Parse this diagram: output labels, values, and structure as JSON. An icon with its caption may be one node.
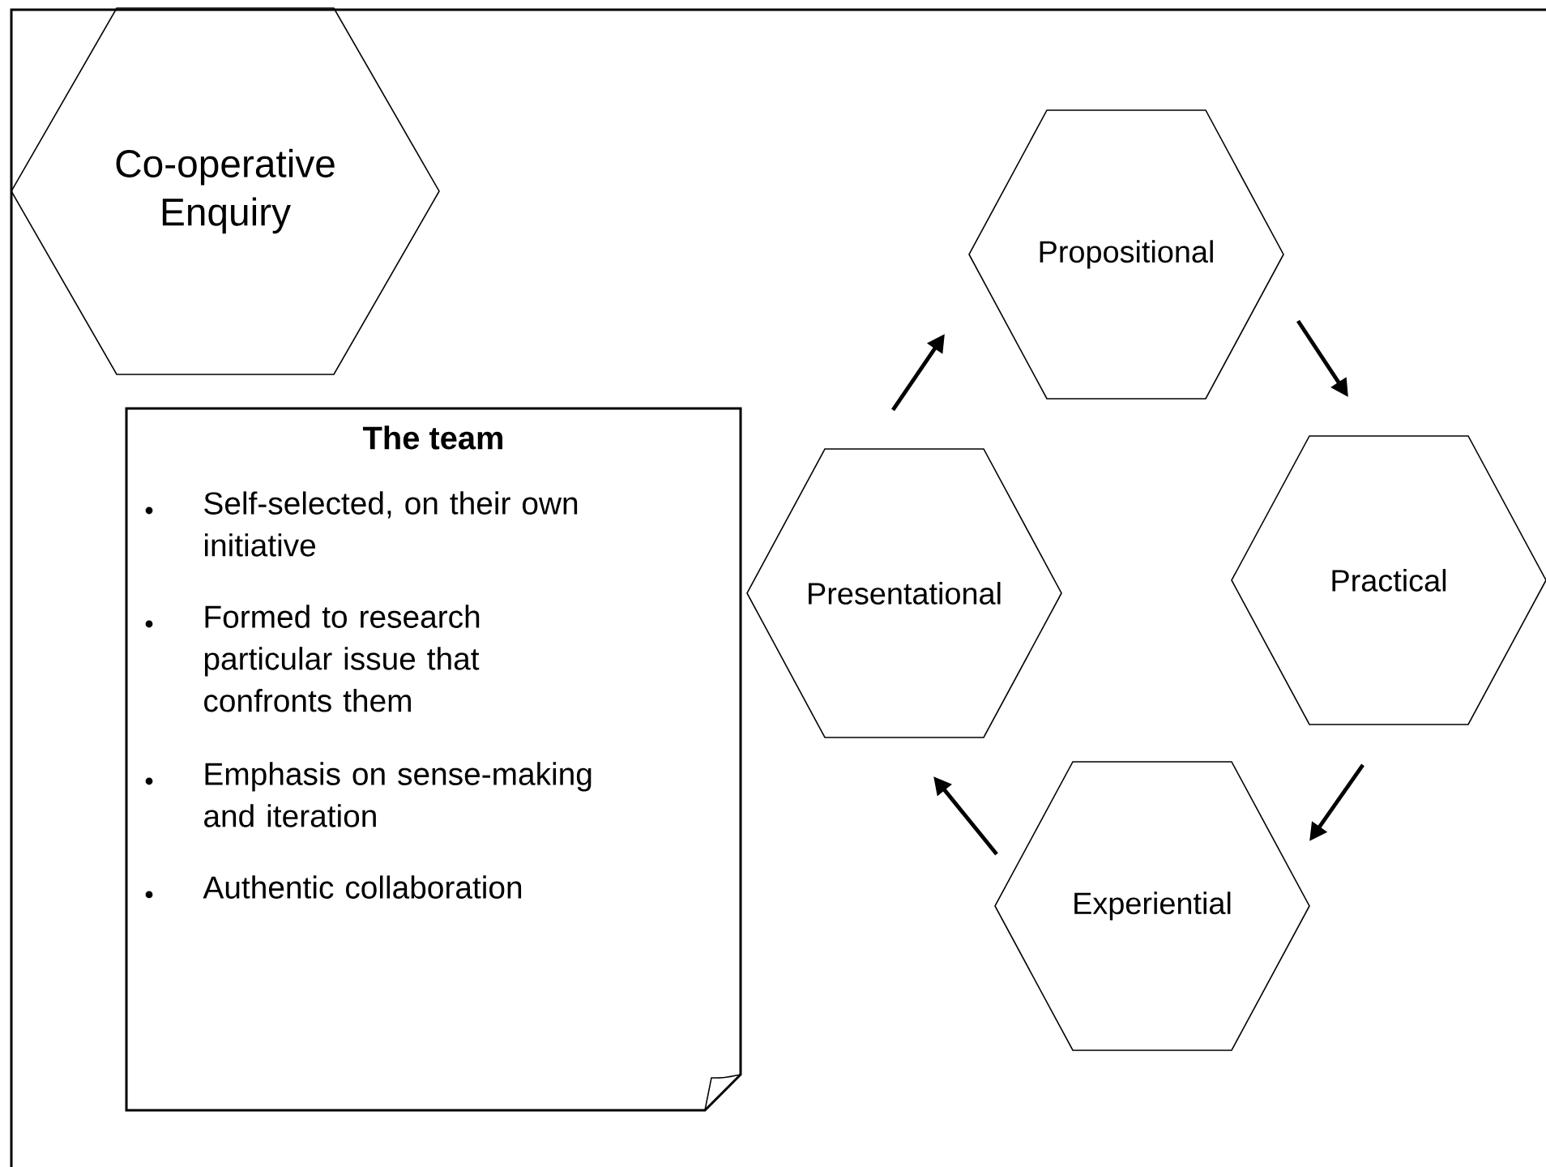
{
  "diagram": {
    "nodes": [
      {
        "text": [
          "Co-operative Enquiry"
        ]
      },
      {
        "text": [
          "The team",
          "Self-selected, on their own initiative",
          "Formed to research particular issue that confronts them",
          "Emphasis on sense-making and iteration",
          "Authentic collaboration"
        ]
      },
      {
        "text": [
          "Propositional"
        ]
      },
      {
        "text": [
          "Practical"
        ]
      },
      {
        "text": [
          "Experiential"
        ]
      },
      {
        "text": [
          "Presentational"
        ]
      }
    ],
    "edges": [
      {
        "from": 5,
        "to": 2,
        "arrow": "to"
      },
      {
        "from": 2,
        "to": 3,
        "arrow": "to"
      },
      {
        "from": 3,
        "to": 4,
        "arrow": "to"
      },
      {
        "from": 4,
        "to": 5,
        "arrow": "to"
      }
    ]
  }
}
